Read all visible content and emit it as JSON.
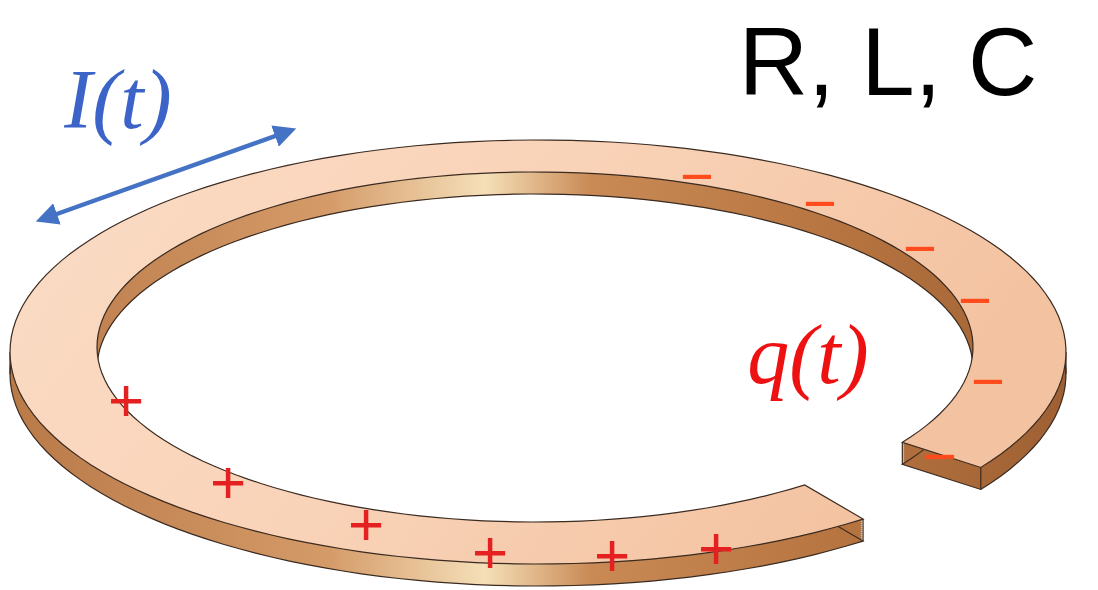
{
  "diagram": {
    "labels": [
      "I(t)",
      "R, L, C",
      "q(t)",
      "+",
      "+",
      "+",
      "+",
      "+",
      "+",
      "−",
      "−",
      "−",
      "−",
      "−",
      "−"
    ]
  }
}
